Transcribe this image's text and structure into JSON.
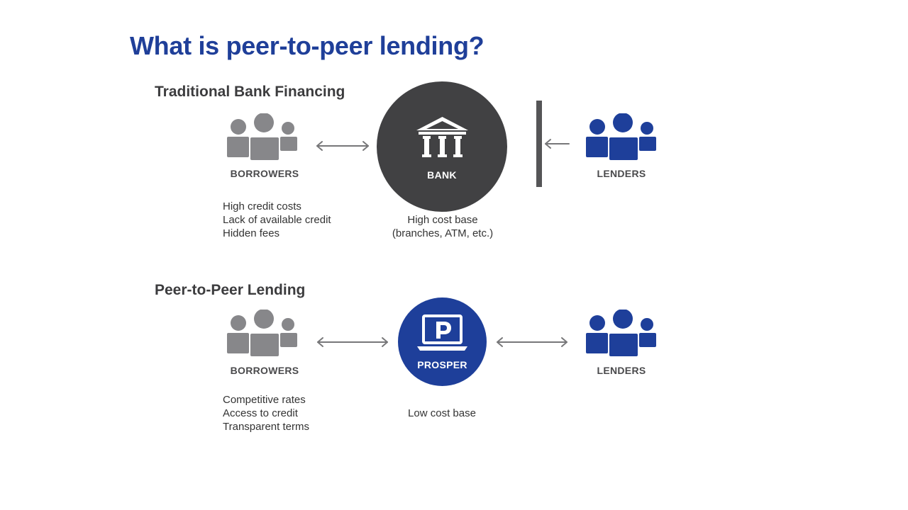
{
  "title": "What is peer-to-peer lending?",
  "traditional": {
    "heading": "Traditional Bank Financing",
    "borrowers_label": "BORROWERS",
    "bank_label": "BANK",
    "lenders_label": "LENDERS",
    "borrower_notes": [
      "High credit costs",
      "Lack of available credit",
      "Hidden fees"
    ],
    "bank_notes": [
      "High cost base",
      "(branches, ATM, etc.)"
    ]
  },
  "p2p": {
    "heading": "Peer-to-Peer Lending",
    "borrowers_label": "BORROWERS",
    "platform_label": "PROSPER",
    "lenders_label": "LENDERS",
    "borrower_notes": [
      "Competitive rates",
      "Access to credit",
      "Transparent terms"
    ],
    "platform_notes": [
      "Low cost base"
    ]
  },
  "colors": {
    "title_blue": "#1f3f99",
    "borrower_gray": "#87878a",
    "lender_blue": "#1e3f9a",
    "bank_dark": "#414143",
    "prosper_blue": "#1e3f9a",
    "arrow_gray": "#777779"
  },
  "icons": {
    "borrowers": "people-group-icon",
    "lenders": "people-group-icon",
    "bank": "bank-building-icon",
    "prosper": "laptop-p-logo-icon"
  }
}
